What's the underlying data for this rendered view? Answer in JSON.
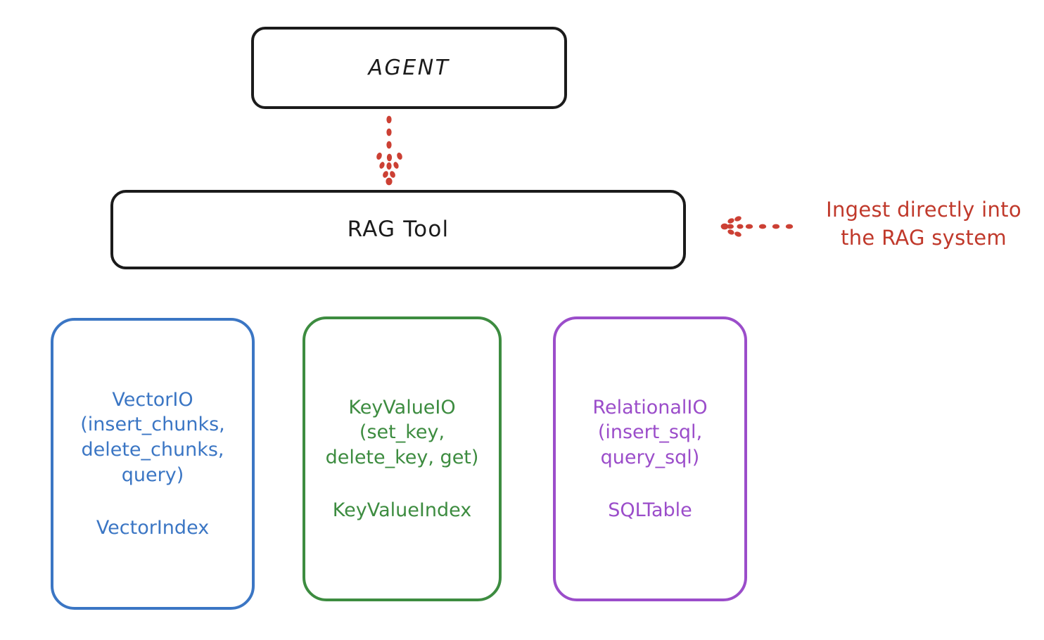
{
  "diagram": {
    "title_nodes": {
      "agent": "AGENT",
      "rag_tool": "RAG Tool"
    },
    "leaf_nodes": [
      {
        "id": "vector-io",
        "api": "VectorIO\n(insert_chunks,\ndelete_chunks,\nquery)",
        "index": "VectorIndex",
        "color": "#3b76c4"
      },
      {
        "id": "key-value-io",
        "api": "KeyValueIO\n(set_key,\ndelete_key, get)",
        "index": "KeyValueIndex",
        "color": "#3d8c40"
      },
      {
        "id": "relational-io",
        "api": "RelationalIO\n(insert_sql,\nquery_sql)",
        "index": "SQLTable",
        "color": "#9b4dca"
      }
    ],
    "annotation": {
      "text": "Ingest directly into\nthe RAG system",
      "color": "#c0392b"
    },
    "connectors": [
      {
        "name": "agent-to-rag-tool",
        "style": "dotted-arrow-down",
        "color": "#cc4034"
      },
      {
        "name": "ingest-pointer",
        "style": "dotted-arrow-left",
        "color": "#cc4034"
      }
    ]
  }
}
